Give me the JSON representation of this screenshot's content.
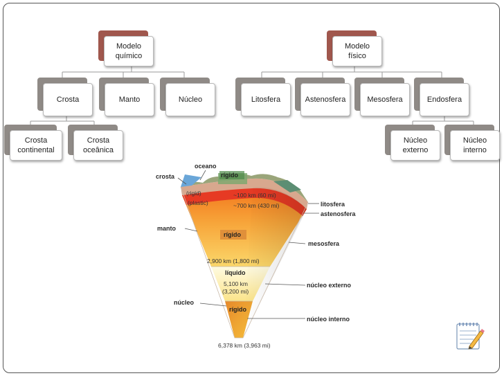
{
  "chemical_model": {
    "title": "Modelo\nquímico",
    "layers": [
      {
        "label": "Crosta"
      },
      {
        "label": "Manto"
      },
      {
        "label": "Núcleo"
      }
    ],
    "crust_types": [
      {
        "label": "Crosta\ncontinental"
      },
      {
        "label": "Crosta\noceânica"
      }
    ]
  },
  "physical_model": {
    "title": "Modelo\nfísico",
    "layers": [
      {
        "label": "Litosfera"
      },
      {
        "label": "Astenosfera"
      },
      {
        "label": "Mesosfera"
      },
      {
        "label": "Endosfera"
      }
    ],
    "core_parts": [
      {
        "label": "Núcleo\nexterno"
      },
      {
        "label": "Núcleo\ninterno"
      }
    ]
  },
  "earth_section": {
    "left_labels": {
      "crust": "crosta",
      "ocean": "oceano",
      "mantle": "manto",
      "core": "núcleo"
    },
    "right_labels": {
      "lithosphere": "litosfera",
      "asthenosphere": "astenosfera",
      "mesosphere": "mesosfera",
      "outer_core": "núcleo externo",
      "inner_core": "núcleo interno"
    },
    "inside_labels": {
      "rigid_top": "rígido",
      "rigid_small": "(rigid)",
      "plastic": "(plastic)",
      "depth_100": "~100  km (60 mi)",
      "depth_700": "~700 km (430 mi)",
      "rigid_mantle": "rígido",
      "depth_2900": "2,900 km (1,800 mi)",
      "liquid": "líquido",
      "depth_5100_a": "5,100 km",
      "depth_5100_b": "(3,200 mi)",
      "rigid_core": "rígido",
      "depth_6378": "6,378 km (3,963 mi)"
    }
  },
  "icons": {
    "notes": "notepad-pencil-icon"
  },
  "colors": {
    "top_node_accent": "#a0574d",
    "child_node_accent": "#8f8a86"
  }
}
